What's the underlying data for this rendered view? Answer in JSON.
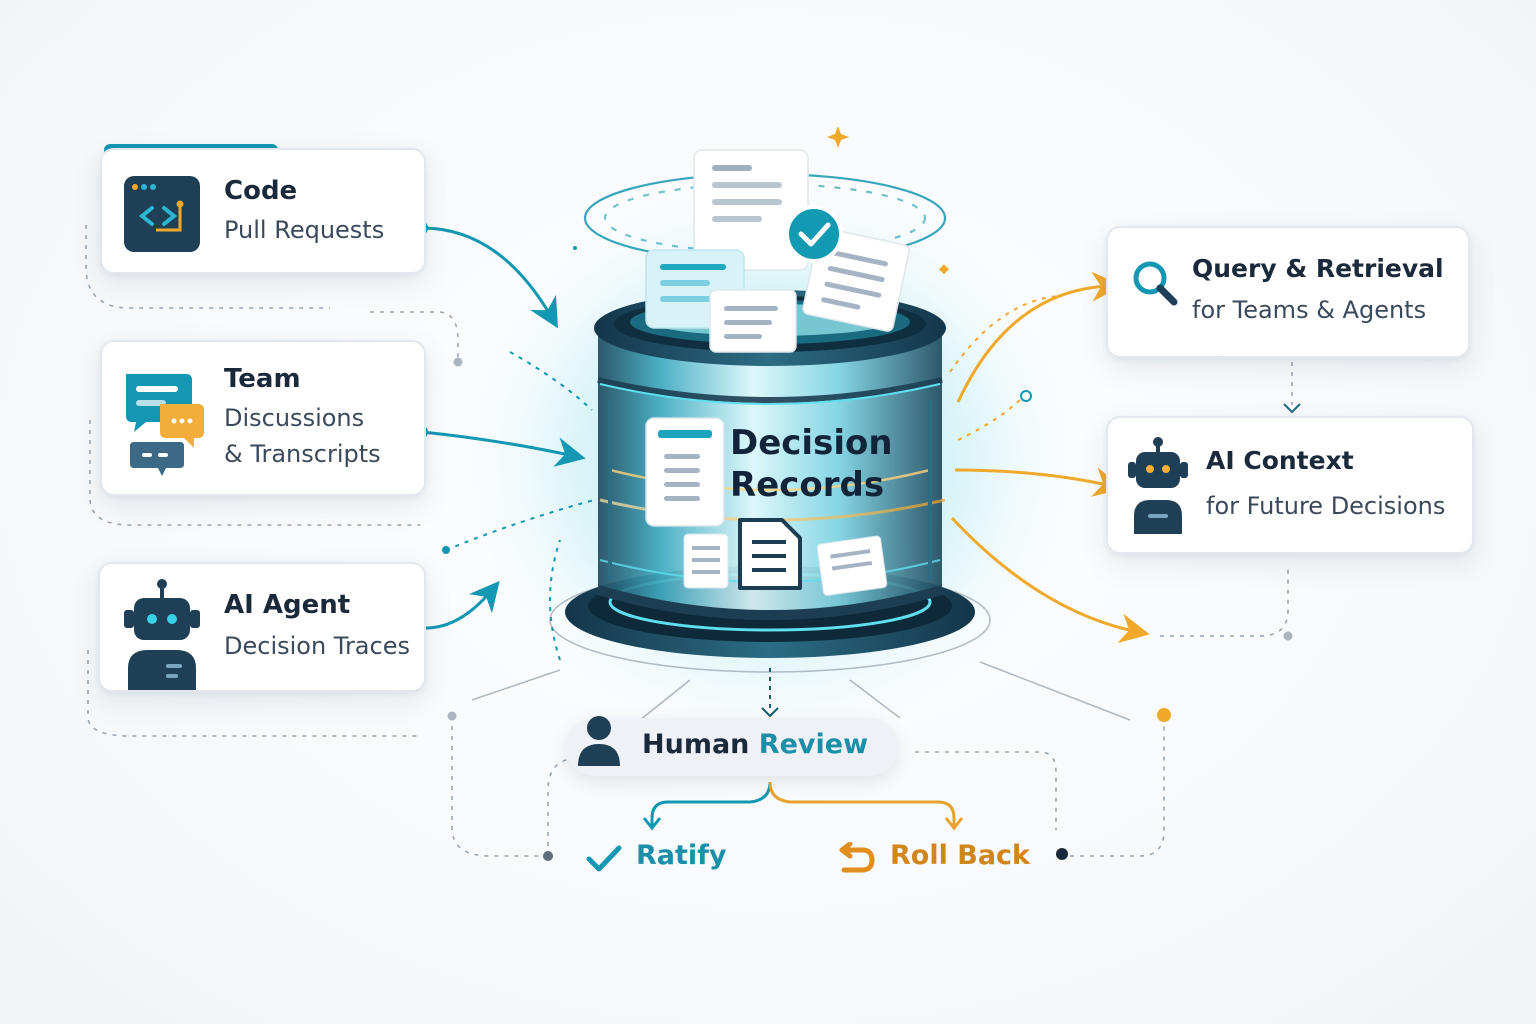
{
  "sources": [
    {
      "title": "Code",
      "subtitle": "Pull Requests",
      "icon": "code-icon"
    },
    {
      "title": "Team",
      "subtitle_line1": "Discussions",
      "subtitle_line2": "& Transcripts",
      "icon": "chat-bubbles-icon"
    },
    {
      "title": "AI Agent",
      "subtitle": "Decision Traces",
      "icon": "robot-icon"
    }
  ],
  "center": {
    "line1": "Decision",
    "line2": "Records"
  },
  "outputs": [
    {
      "title": "Query & Retrieval",
      "subtitle": "for Teams & Agents",
      "icon": "search-icon"
    },
    {
      "title": "AI Context",
      "subtitle": "for Future Decisions",
      "icon": "robot-icon"
    }
  ],
  "review": {
    "part1": "Human ",
    "part2": "Review",
    "icon": "person-icon"
  },
  "outcomes": [
    {
      "label": "Ratify",
      "icon": "check-icon"
    },
    {
      "label": "Roll Back",
      "icon": "undo-icon"
    }
  ],
  "colors": {
    "teal": "#1497b2",
    "dark": "#1b2a3a",
    "amber": "#f0a92a",
    "navy": "#1e3550"
  }
}
